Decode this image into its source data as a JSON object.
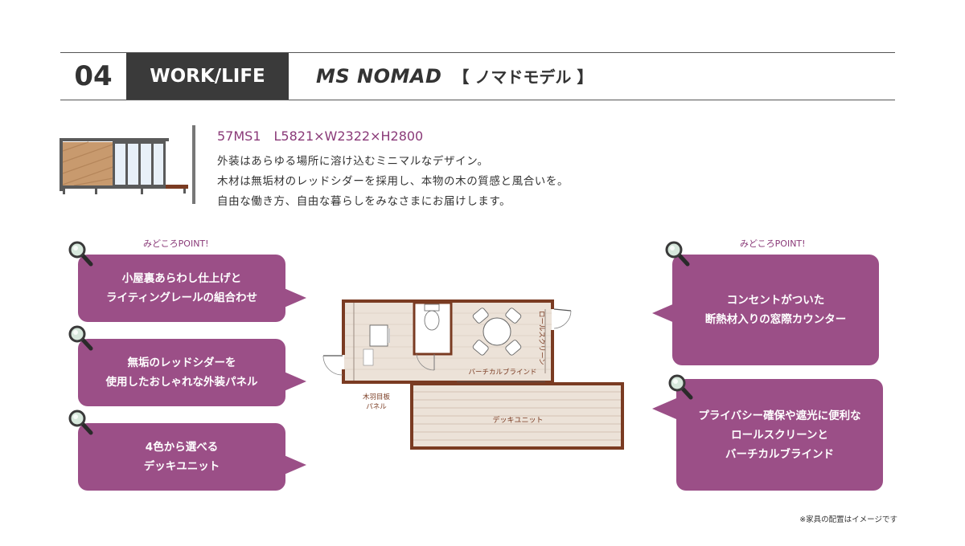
{
  "header": {
    "number": "04",
    "category": "WORK/LIFE",
    "model_en": "MS NOMAD",
    "model_jp": "【 ノマドモデル 】"
  },
  "product": {
    "spec": "57MS1　L5821×W2322×H2800",
    "description": [
      "外装はあらゆる場所に溶け込むミニマルなデザイン。",
      "木材は無垢材のレッドシダーを採用し、本物の木の質感と風合いを。",
      "自由な働き方、自由な暮らしをみなさまにお届けします。"
    ]
  },
  "left_points": {
    "heading": "みどころPOINT!",
    "items": [
      "小屋裏あらわし仕上げと\nライティングレールの組合わせ",
      "無垢のレッドシダーを\n使用したおしゃれな外装パネル",
      "4色から選べる\nデッキユニット"
    ]
  },
  "right_points": {
    "heading": "みどころPOINT!",
    "items": [
      "コンセントがついた\n断熱材入りの窓際カウンター",
      "プライバシー確保や遮光に便利な\nロールスクリーンと\nバーチカルブラインド"
    ]
  },
  "floorplan": {
    "roll_screen": "ロールスクリーン",
    "vertical_blind": "バーチカルブラインド",
    "panel_line1": "木羽目板",
    "panel_line2": "パネル",
    "deck": "デッキユニット"
  },
  "icons": [
    "magnifier-icon"
  ],
  "colors": {
    "accent": "#9b4f87",
    "header_dark": "#3a3a3a",
    "wood": "#7a3b22",
    "floor": "#ece2d8"
  },
  "footnote": "※家具の配置はイメージです"
}
